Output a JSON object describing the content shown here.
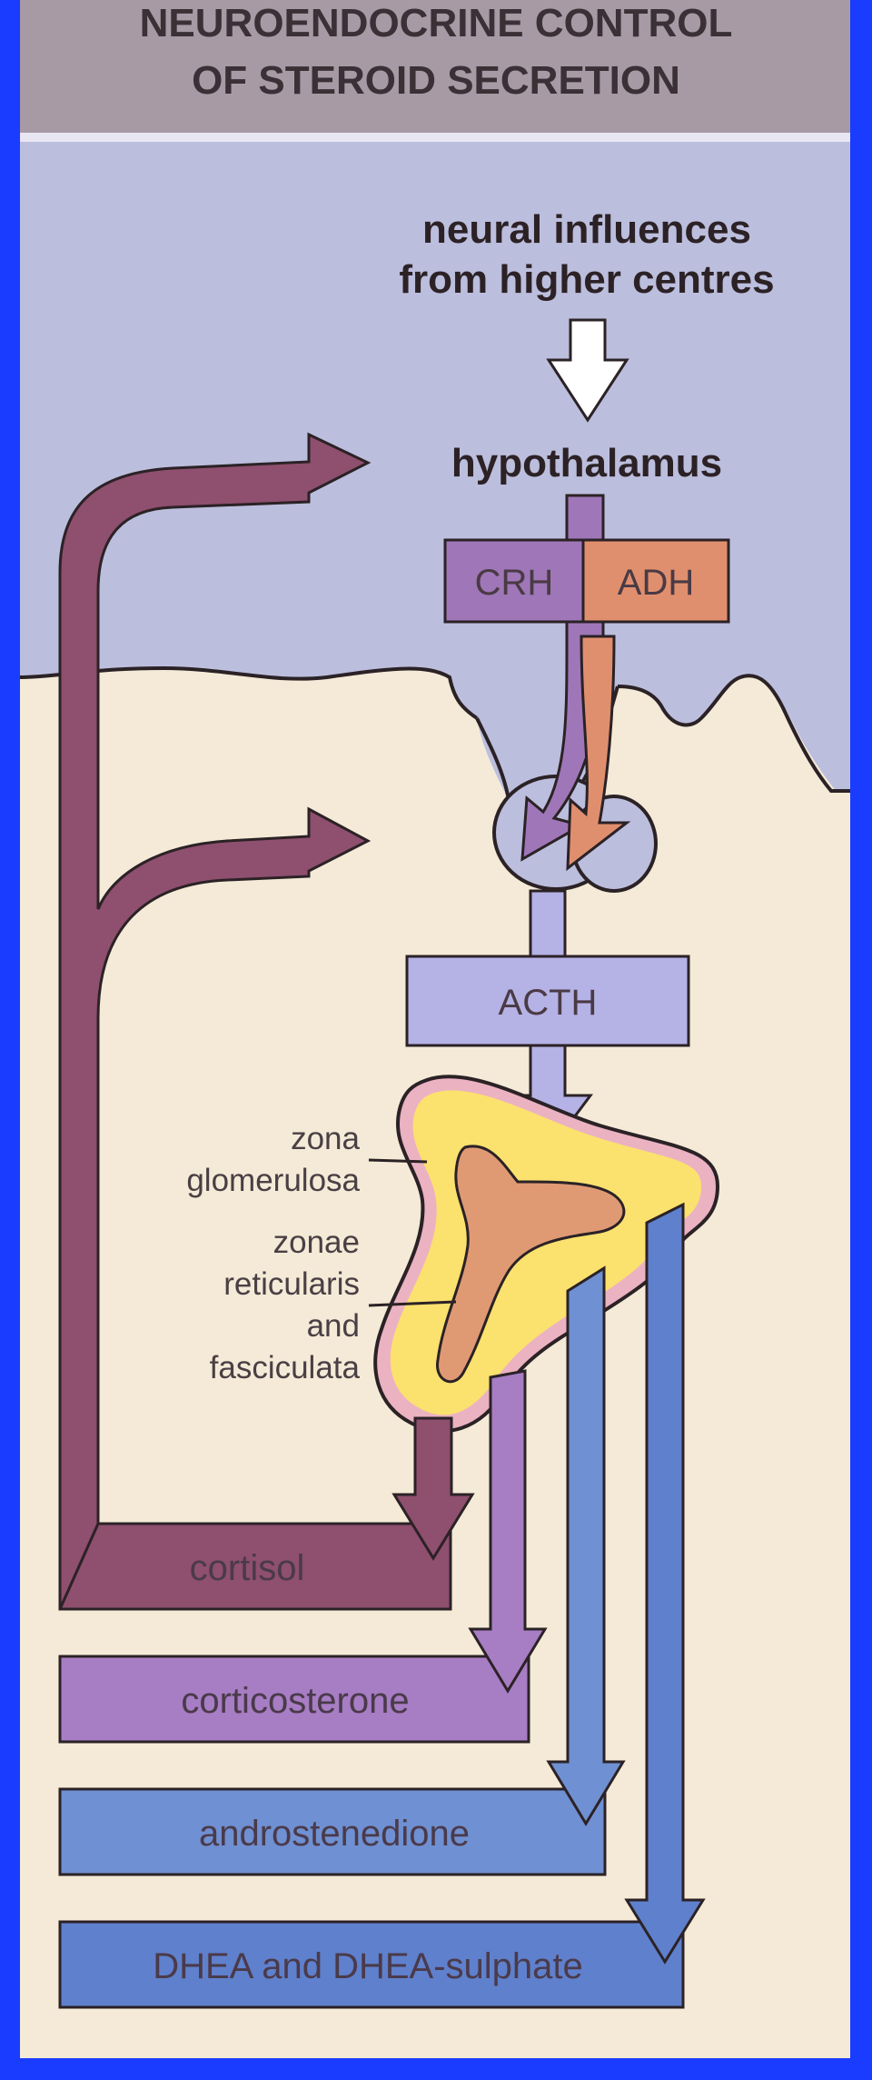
{
  "title": {
    "line1": "NEUROENDOCRINE CONTROL",
    "line2": "OF STEROID SECRETION"
  },
  "top": {
    "neural_line1": "neural influences",
    "neural_line2": "from higher centres",
    "hypothalamus": "hypothalamus"
  },
  "hormones": {
    "crh": "CRH",
    "adh": "ADH",
    "acth": "ACTH"
  },
  "zones": {
    "glomerulosa_1": "zona",
    "glomerulosa_2": "glomerulosa",
    "reticularis_1": "zonae",
    "reticularis_2": "reticularis",
    "reticularis_3": "and",
    "reticularis_4": "fasciculata"
  },
  "outputs": [
    {
      "label": "cortisol",
      "color": "#8f4f6e"
    },
    {
      "label": "corticosterone",
      "color": "#a77dc4"
    },
    {
      "label": "androstenedione",
      "color": "#6f90d2"
    },
    {
      "label": "DHEA and DHEA-sulphate",
      "color": "#5f80cc"
    }
  ],
  "colors": {
    "frame": "#1a3cff",
    "title_bg": "#a79aa5",
    "upper_bg": "#bcbedd",
    "lower_bg": "#f4ead7",
    "cortisol": "#8f4f6e",
    "crh": "#9f77b8",
    "adh": "#e08f6e",
    "acth": "#b5b2e6",
    "cortex": "#fbe16e",
    "medulla": "#df9a74"
  }
}
